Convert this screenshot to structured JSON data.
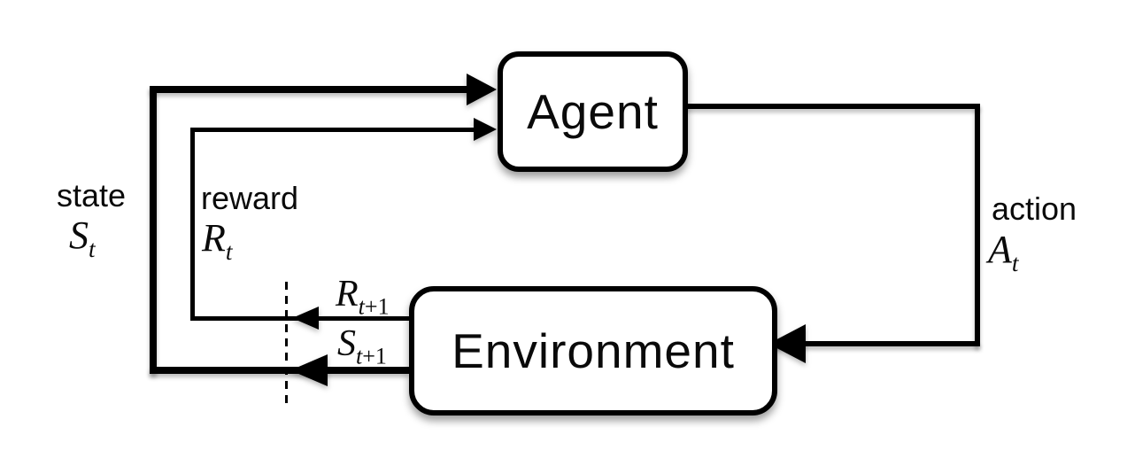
{
  "diagram": {
    "type": "flow-loop",
    "background_color": "#ffffff",
    "line_color": "#000000"
  },
  "nodes": {
    "agent": {
      "label": "Agent"
    },
    "environment": {
      "label": "Environment"
    }
  },
  "labels": {
    "state": {
      "word": "state",
      "base": "S",
      "sub_it": "t",
      "sub_rm": ""
    },
    "reward": {
      "word": "reward",
      "base": "R",
      "sub_it": "t",
      "sub_rm": ""
    },
    "action": {
      "word": "action",
      "base": "A",
      "sub_it": "t",
      "sub_rm": ""
    },
    "next_reward": {
      "base": "R",
      "sub_it": "t",
      "sub_rm": "+1"
    },
    "next_state": {
      "base": "S",
      "sub_it": "t",
      "sub_rm": "+1"
    }
  }
}
